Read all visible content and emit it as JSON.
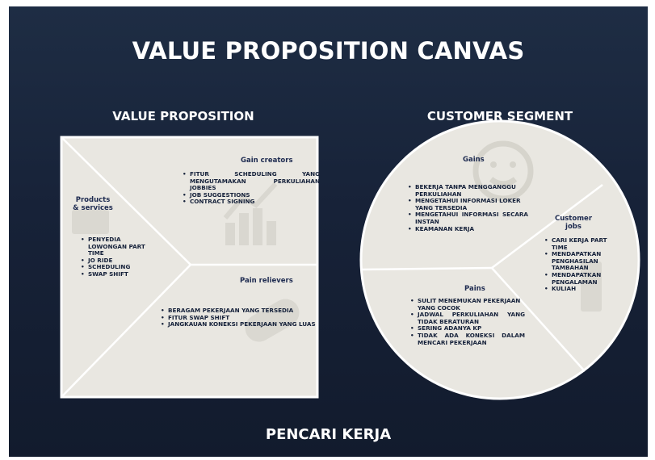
{
  "title": "VALUE PROPOSITION CANVAS",
  "value_proposition": {
    "heading": "VALUE PROPOSITION",
    "gain_creators": {
      "label": "Gain creators",
      "items": [
        "FITUR SCHEDULING YANG MENGUTAMAKAN PERKULIAHAN JOBBIES",
        "JOB SUGGESTIONS",
        "CONTRACT SIGNING"
      ]
    },
    "products_services": {
      "label_line1": "Products",
      "label_line2": "& services",
      "items": [
        "PENYEDIA LOWONGAN PART TIME",
        "JO RIDE",
        "SCHEDULING",
        "SWAP SHIFT"
      ]
    },
    "pain_relievers": {
      "label": "Pain relievers",
      "items": [
        "BERAGAM PEKERJAAN YANG TERSEDIA",
        "FITUR SWAP SHIFT",
        "JANGKAUAN KONEKSI PEKERJAAN YANG LUAS"
      ]
    }
  },
  "customer_segment": {
    "heading": "CUSTOMER SEGMENT",
    "gains": {
      "label": "Gains",
      "items": [
        "BEKERJA TANPA MENGGANGGU PERKULIAHAN",
        "MENGETAHUI INFORMASI LOKER YANG TERSEDIA",
        "MENGETAHUI INFORMASI SECARA INSTAN",
        "KEAMANAN KERJA"
      ]
    },
    "customer_jobs": {
      "label_line1": "Customer",
      "label_line2": "jobs",
      "items": [
        "CARI KERJA PART TIME",
        "MENDAPATKAN PENGHASILAN TAMBAHAN",
        "MENDAPATKAN PENGALAMAN",
        "KULIAH"
      ]
    },
    "pains": {
      "label": "Pains",
      "items": [
        "SULIT MENEMUKAN PEKERJAAN YANG COCOK",
        "JADWAL PERKULIAHAN YANG TIDAK BERATURAN",
        "SERING ADANYA KP",
        "TIDAK ADA KONEKSI DALAM MENCARI PEKERJAAN"
      ]
    }
  },
  "footer": "PENCARI KERJA",
  "colors": {
    "background": "#172238",
    "panel": "#e9e7e1",
    "line": "#ffffff",
    "label": "#1e2b50",
    "text": "#15213a"
  }
}
